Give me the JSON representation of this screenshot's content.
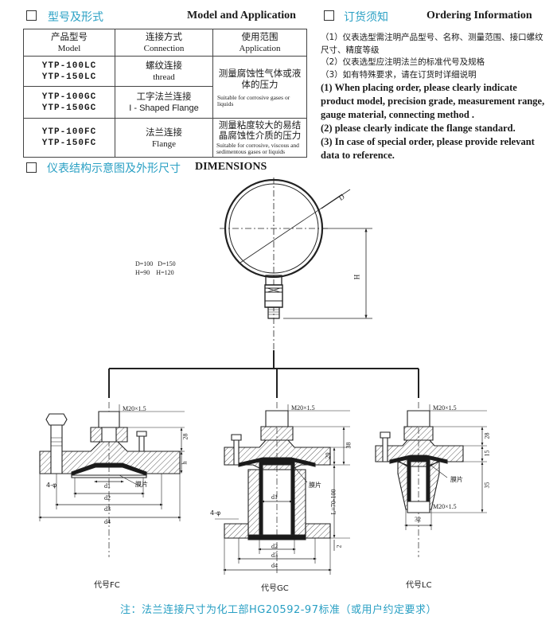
{
  "model_section": {
    "title_cn": "型号及形式",
    "title_en": "Model and Application"
  },
  "ordering_section": {
    "title_cn": "订货须知",
    "title_en": "Ordering Information"
  },
  "dimensions_section": {
    "title_cn": "仪表结构示意图及外形尺寸",
    "title_en": "DIMENSIONS"
  },
  "table": {
    "headers": [
      {
        "cn": "产品型号",
        "en": "Model"
      },
      {
        "cn": "连接方式",
        "en": "Connection"
      },
      {
        "cn": "使用范围",
        "en": "Application"
      }
    ],
    "rows": [
      {
        "models": [
          "YTP-100LC",
          "YTP-150LC"
        ],
        "conn_cn": "螺纹连接",
        "conn_en": "thread",
        "app_cn": "测量腐蚀性气体或液体的压力",
        "app_en": "Suitable for corrosive gases or liquids"
      },
      {
        "models": [
          "YTP-100GC",
          "YTP-150GC"
        ],
        "conn_cn": "工字法兰连接",
        "conn_en": "I - Shaped Flange"
      },
      {
        "models": [
          "YTP-100FC",
          "YTP-150FC"
        ],
        "conn_cn": "法兰连接",
        "conn_en": "Flange",
        "app_cn": "测量粘度较大的易结晶腐蚀性介质的压力",
        "app_en": "Suitable for corrosive, viscous and sedimentous gases or liquids"
      }
    ]
  },
  "ordering": {
    "cn": [
      "（1）仪表选型需注明产品型号、名称、测量范围、接口螺纹尺寸、精度等级",
      "（2）仪表选型应注明法兰的标准代号及规格",
      "（3）如有特殊要求，请在订货时详细说明"
    ],
    "en": [
      "(1) When placing order, please clearly indicate product model, precision grade, measurement range, gauge material, connecting method .",
      "(2) please clearly indicate the flange standard.",
      "(3) In case of special order, please provide relevant data to reference."
    ]
  },
  "gauge": {
    "spec_line1": "D=100   D=150",
    "spec_line2": "H=90    H=120",
    "label_d": "D",
    "label_h": "H"
  },
  "fc": {
    "caption": "代号FC",
    "thread": "M20×1.5",
    "membrane": "膜片",
    "holes": "4-φ",
    "dims": [
      "d1",
      "d2",
      "d3",
      "d4"
    ],
    "h_label": "h",
    "height": "28"
  },
  "gc": {
    "caption": "代号GC",
    "thread": "M20×1.5",
    "membrane": "膜片",
    "holes": "4-φ",
    "dims": [
      "d1",
      "d2",
      "d3",
      "d4"
    ],
    "length": "L=70-100",
    "dim_20": "20",
    "dim_38": "38",
    "dim_2": "2"
  },
  "lc": {
    "caption": "代号LC",
    "thread_top": "M20×1.5",
    "thread_bottom": "M20×1.5",
    "membrane": "膜片",
    "dim_28": "28",
    "dim_15": "15",
    "dim_35": "35",
    "dim_32": "32"
  },
  "note": "注：法兰连接尺寸为化工部HG20592-97标准（或用户约定要求）",
  "colors": {
    "accent": "#2aa0c4",
    "line": "#222222",
    "fill_dark": "#1a1a1a"
  }
}
